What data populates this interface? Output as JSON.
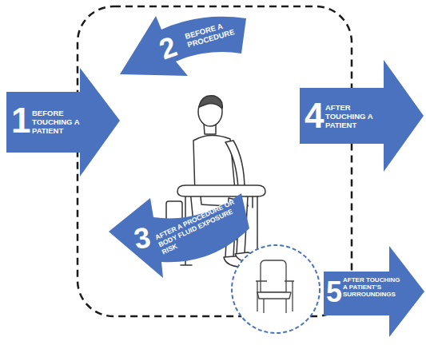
{
  "diagram": {
    "nodes": [
      {
        "text": [
          "1",
          "BEFORE TOUCHING A PATIENT"
        ]
      },
      {
        "text": [
          "2",
          "BEFORE A PROCEDURE"
        ]
      },
      {
        "text": [
          "3",
          "AFTER A PROCEDURE OR BODY FLUID EXPOSURE RISK"
        ]
      },
      {
        "text": [
          "4",
          "AFTER TOUCHING A PATIENT"
        ]
      },
      {
        "text": [
          "5",
          "AFTER TOUCHING A PATIENT'S SURROUNDINGS"
        ]
      }
    ]
  }
}
